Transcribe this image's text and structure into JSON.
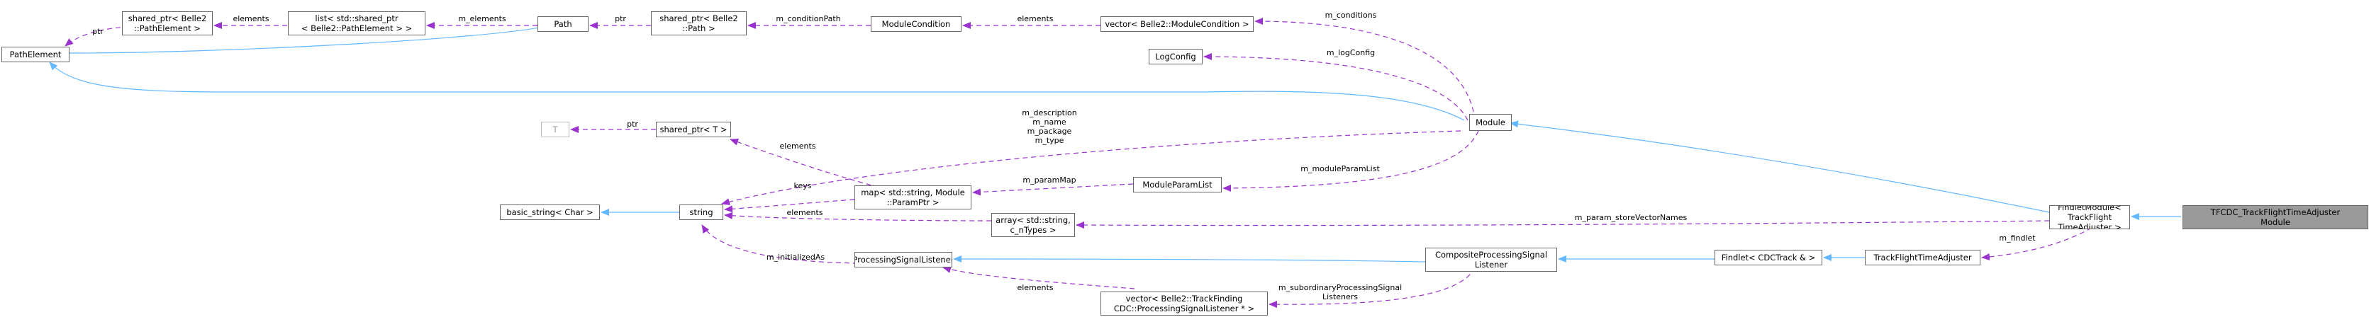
{
  "colors": {
    "inheritance": "#63b8ff",
    "usage": "#9a32cd",
    "node_border": "#666666",
    "root_fill": "#9a9a9a"
  },
  "nodes": {
    "path_element": "PathElement",
    "shared_ptr_path_element": "shared_ptr< Belle2\n::PathElement >",
    "list_shared_ptr": "list< std::shared_ptr\n< Belle2::PathElement > >",
    "path": "Path",
    "shared_ptr_path": "shared_ptr< Belle2\n::Path >",
    "module_condition": "ModuleCondition",
    "vector_module_condition": "vector< Belle2::ModuleCondition >",
    "log_config": "LogConfig",
    "module": "Module",
    "t": "T",
    "shared_ptr_t": "shared_ptr< T >",
    "map_string": "map< std::string, Module\n::ParamPtr >",
    "module_param_list": "ModuleParamList",
    "basic_string": "basic_string< Char >",
    "string": "string",
    "array_string": "array< std::string,\nc_nTypes >",
    "processing_signal_listener": "ProcessingSignalListener",
    "composite_listener": "CompositeProcessingSignal\nListener",
    "vector_listener": "vector< Belle2::TrackFinding\nCDC::ProcessingSignalListener * >",
    "findlet_cdctrack": "Findlet< CDCTrack & >",
    "track_flight_time_adjuster": "TrackFlightTimeAdjuster",
    "findlet_module": "FindletModule< TrackFlight\nTimeAdjuster >",
    "root": "TFCDC_TrackFlightTimeAdjuster\nModule"
  },
  "edge_labels": {
    "ptr_path_element": "ptr",
    "elements_list": "elements",
    "m_elements": "m_elements",
    "ptr_path": "ptr",
    "m_condition_path": "m_conditionPath",
    "elements_vector_condition": "elements",
    "m_conditions": "m_conditions",
    "m_log_config": "m_logConfig",
    "ptr_t": "ptr",
    "elements_shared_t": "elements",
    "keys": "keys",
    "string_members": "m_description\nm_name\nm_package\nm_type",
    "m_param_map": "m_paramMap",
    "m_module_param_list": "m_moduleParamList",
    "elements_array": "elements",
    "m_param_store_vector_names": "m_param_storeVectorNames",
    "m_initialized_as": "m_initializedAs",
    "elements_vector_listener": "elements",
    "m_subordinary": "m_subordinaryProcessingSignal\nListeners",
    "m_findlet": "m_findlet"
  }
}
